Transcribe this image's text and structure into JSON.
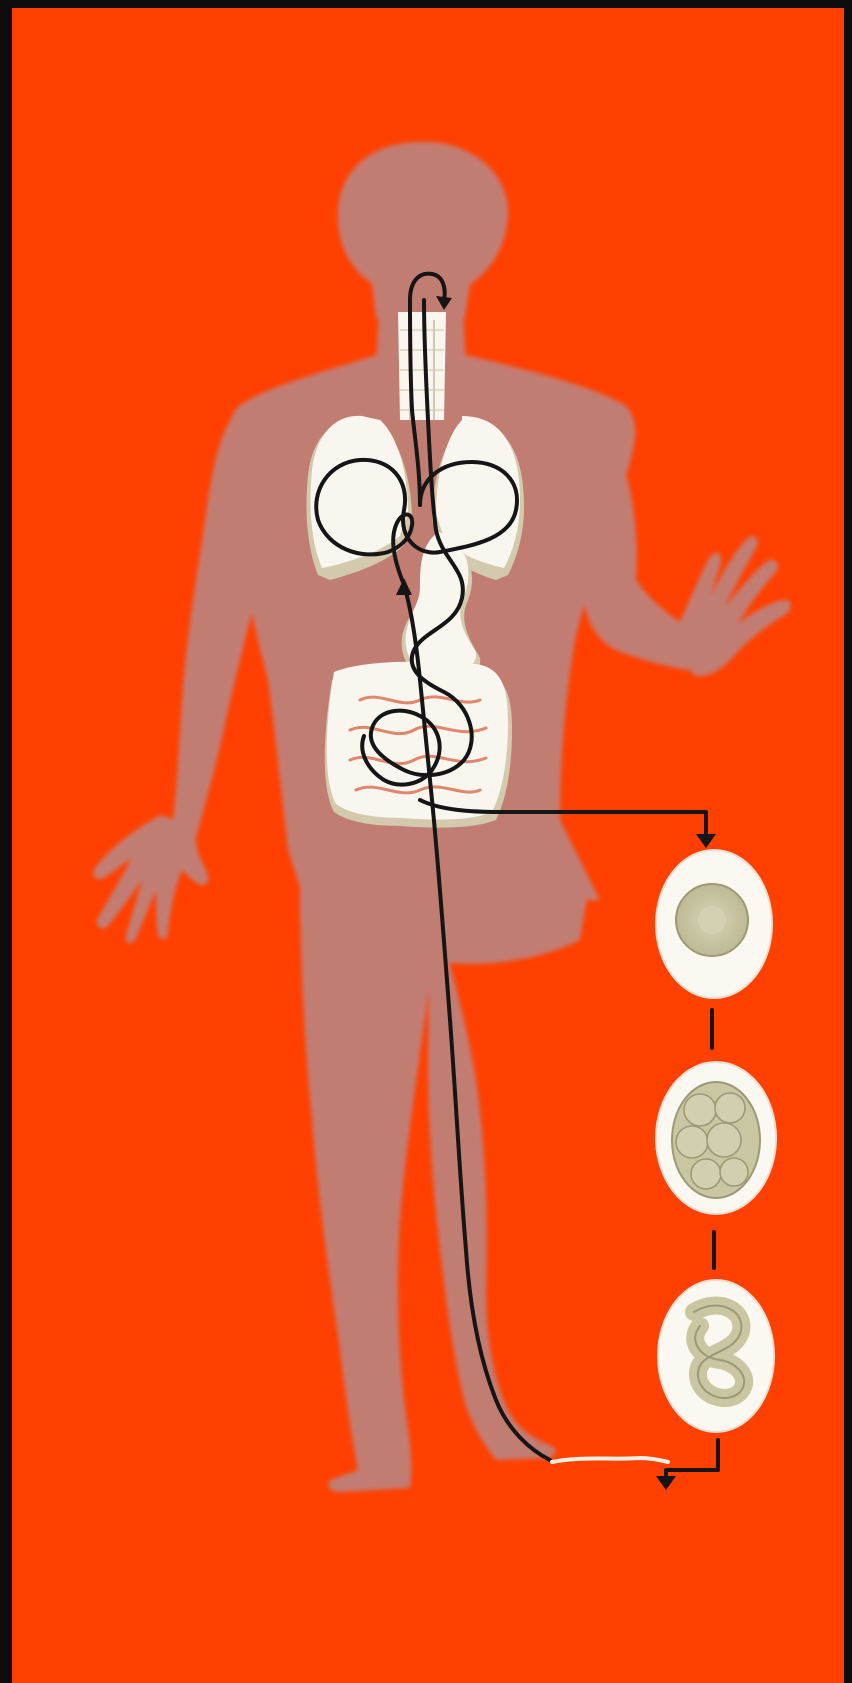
{
  "poster": {
    "colors": {
      "background": "#ff4000",
      "card_edge": "#0d0d0d",
      "body_silhouette": "#c27d73",
      "organ_fill": "#f8f6ee",
      "organ_shadow": "#d3c9ad",
      "egg_shell": "#faf8f1",
      "egg_content": "#c9c6a2",
      "egg_outline": "#9c9a76",
      "path_line": "#151515",
      "larva": "#f4f0e4"
    },
    "figure": {
      "subject": "human-body",
      "visible_organs": [
        "trachea",
        "lungs",
        "stomach",
        "intestines"
      ]
    },
    "eggs": [
      {
        "stage": "single-cell-egg"
      },
      {
        "stage": "segmented-egg"
      },
      {
        "stage": "larva-egg"
      }
    ]
  }
}
